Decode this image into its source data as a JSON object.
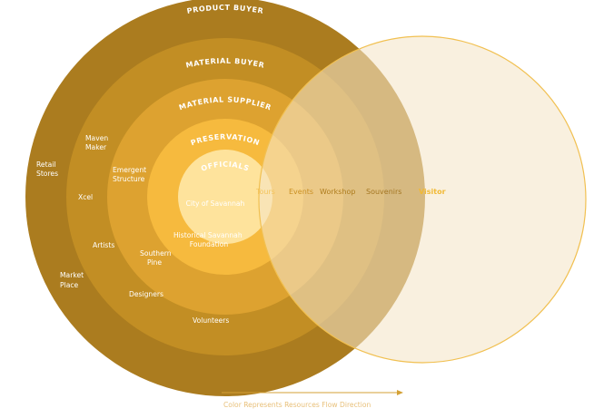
{
  "colors": {
    "ring1": "#ab7c1f",
    "ring2": "#c28e24",
    "ring3": "#dda230",
    "ring4": "#f6ba3e",
    "core": "#fee39c",
    "visitor_fill": "#f5e6c8",
    "visitor_stroke": "#f1c051",
    "arrow": "#d4a135"
  },
  "rings": {
    "product_buyer": "PRODUCT BUYER",
    "material_buyer": "MATERIAL BUYER",
    "material_supplier": "MATERIAL SUPPLIER",
    "preservation": "PRESERVATION",
    "officials": "OFFICIALS"
  },
  "labels": {
    "retail_stores": [
      "Retail",
      "Stores"
    ],
    "xcel": "Xcel",
    "market_place": [
      "Market",
      "Place"
    ],
    "maven_maker": [
      "Maven",
      "Maker"
    ],
    "artists": "Artists",
    "designers": "Designers",
    "volunteers": "Volunteers",
    "emergent_structure": [
      "Emergent",
      "Structure"
    ],
    "southern_pine": [
      "Southern",
      "Pine"
    ],
    "historical_savannah": [
      "Historical Savannah",
      "Foundation"
    ],
    "city_of_savannah": "City of Savannah"
  },
  "flow": {
    "tours": "Tours",
    "events": "Events",
    "workshop": "Workshop",
    "souvenirs": "Souvenirs",
    "visitor": "Visitor"
  },
  "caption": "Color Represents Resources Flow Direction"
}
